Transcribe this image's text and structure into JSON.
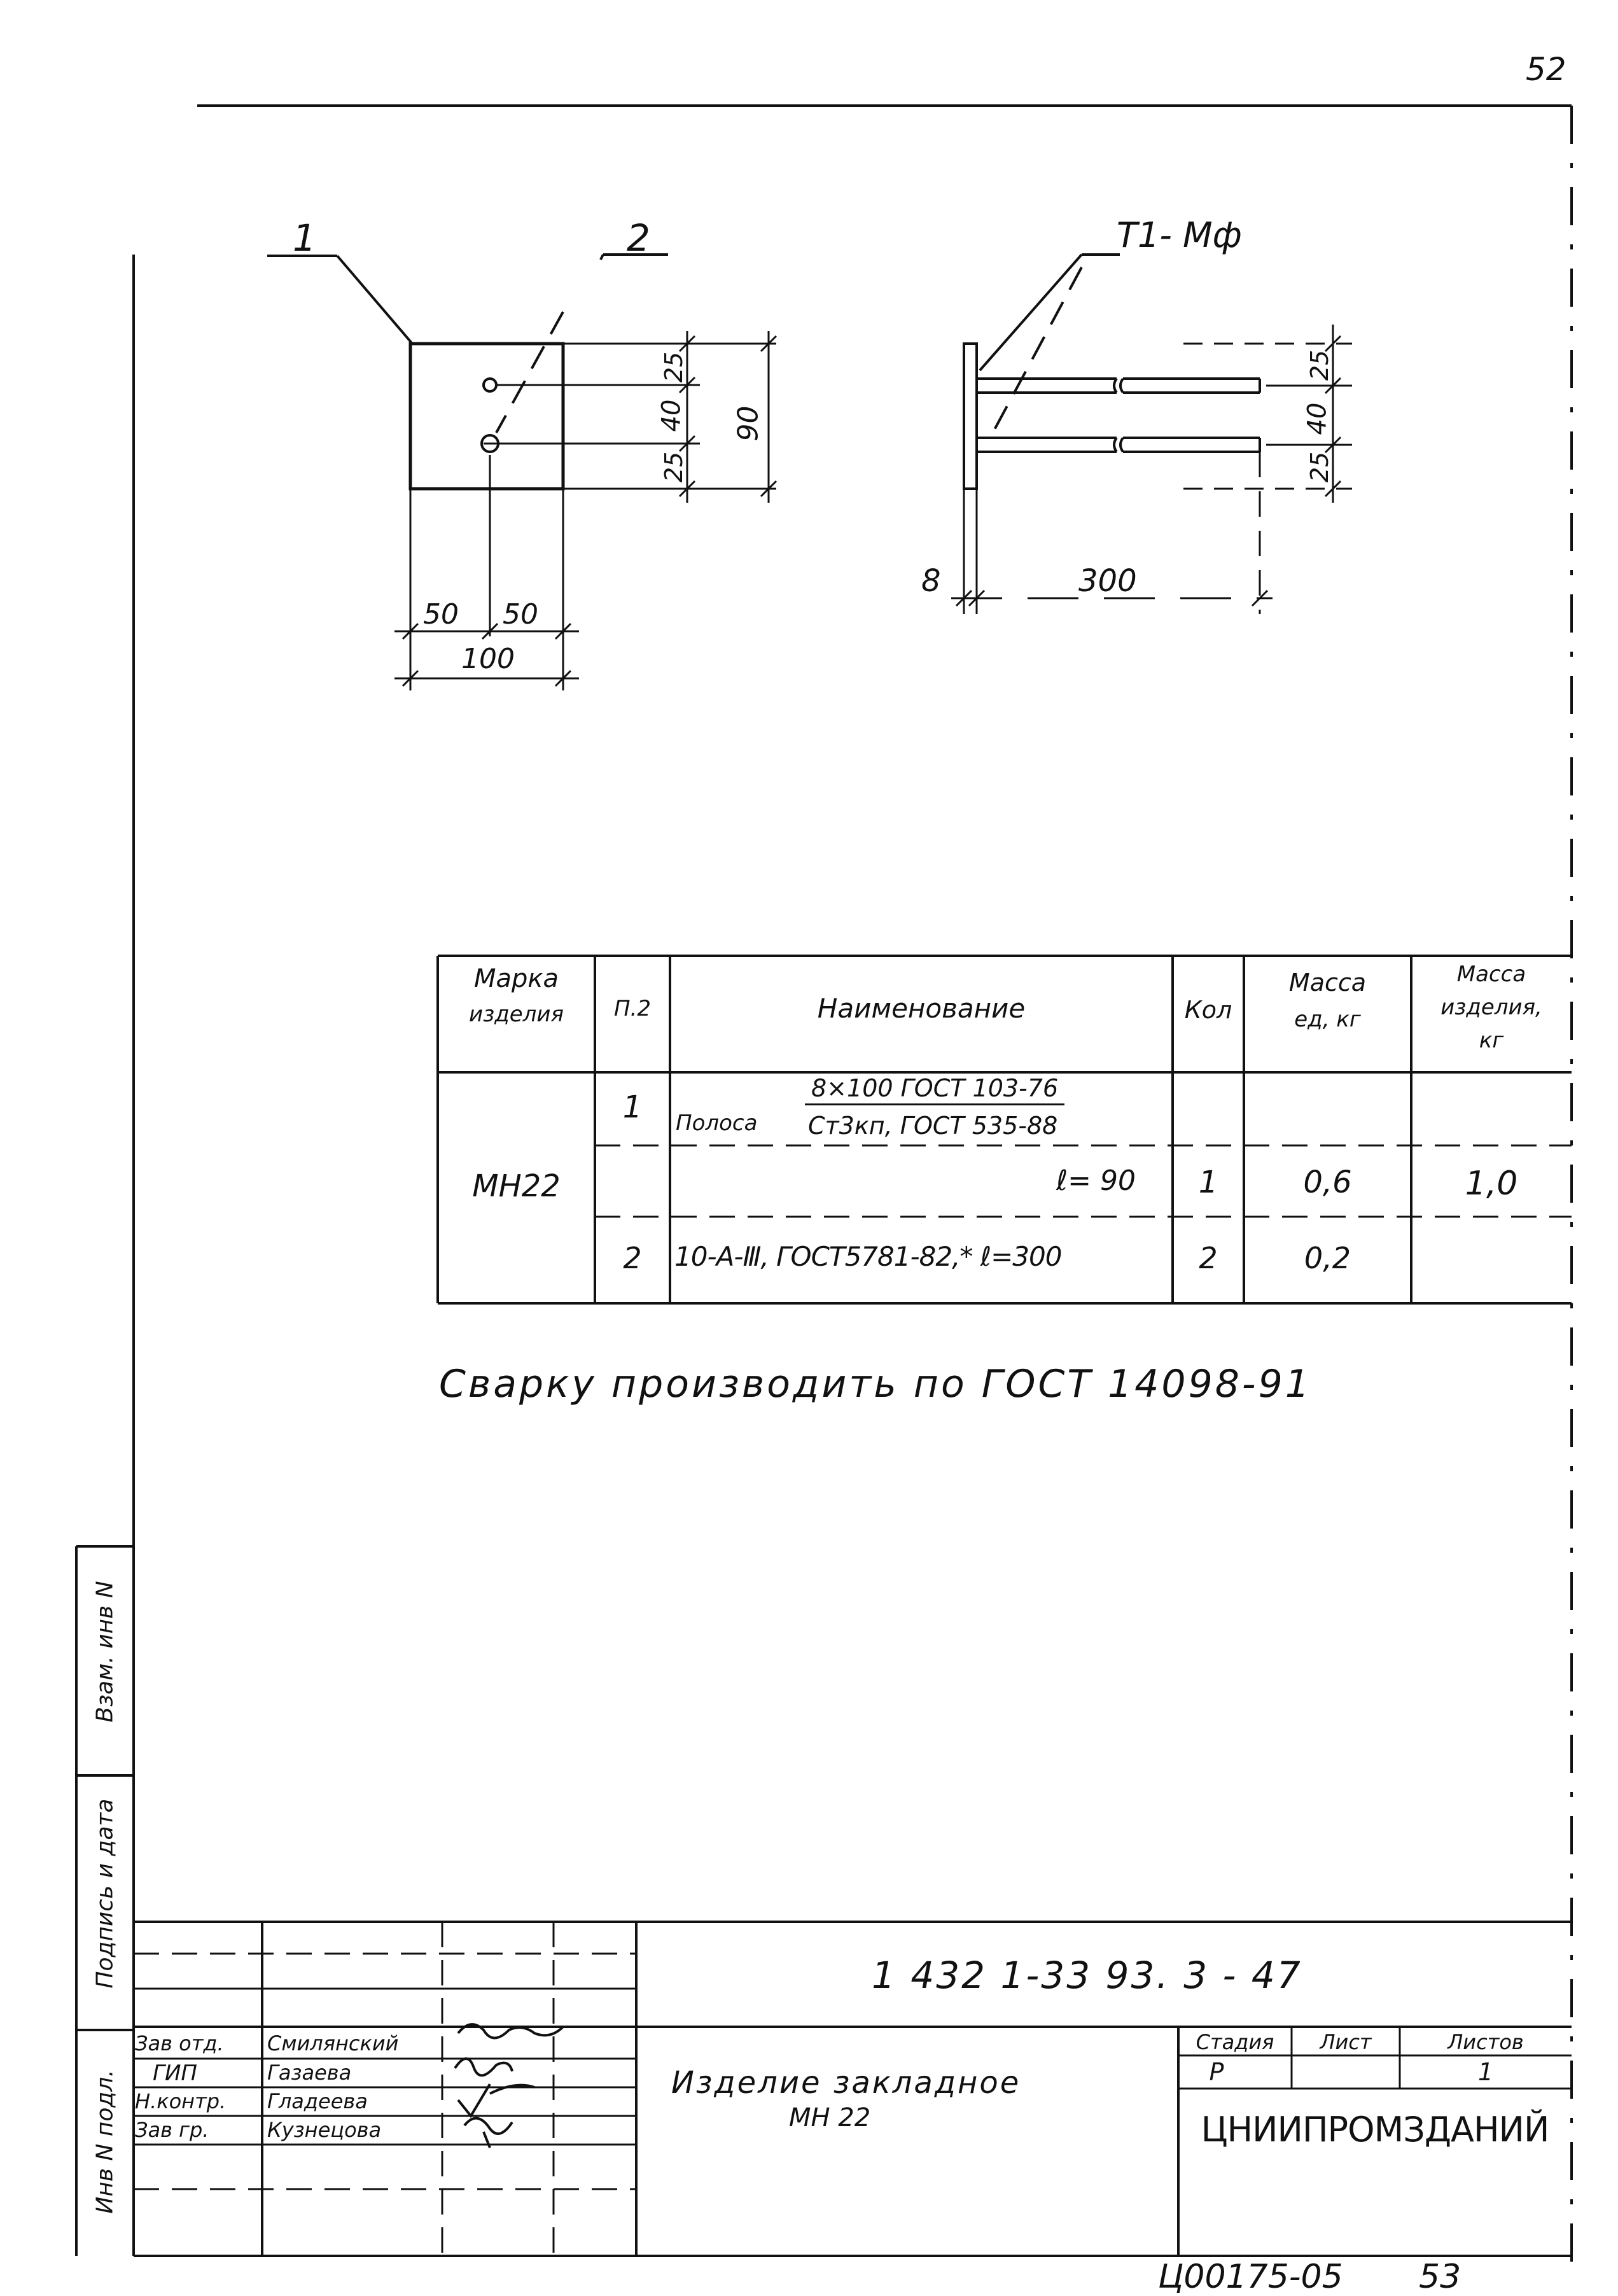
{
  "page_number": "52",
  "drawing": {
    "callout_1": "1",
    "callout_2": "2",
    "weld_label": "Т1- Мф",
    "front": {
      "dim_25_top": "25",
      "dim_40": "40",
      "dim_25_bottom": "25",
      "dim_90": "90",
      "dim_50_left": "50",
      "dim_50_right": "50",
      "dim_100": "100"
    },
    "side": {
      "dim_25_top": "25",
      "dim_40": "40",
      "dim_25_bottom": "25",
      "dim_8": "8",
      "dim_300": "300"
    }
  },
  "spec_table": {
    "headers": {
      "mark": [
        "Марка",
        "изделия"
      ],
      "pos": "П.2",
      "name": "Наименование",
      "qty": "Кол",
      "mass_unit": [
        "Масса",
        "ед, кг"
      ],
      "mass_item": [
        "Масса",
        "изделия,",
        "кг"
      ]
    },
    "mark": "МН22",
    "row1": {
      "pos": "1",
      "name_prefix": "Полоса",
      "fraction_top": "8×100 ГОСТ 103-76",
      "fraction_bottom": "Ст3кп, ГОСТ 535-88"
    },
    "row2": {
      "length": "ℓ= 90",
      "qty": "1",
      "mass_unit": "0,6",
      "mass_item": "1,0"
    },
    "row3": {
      "pos": "2",
      "name": "10-A-Ⅲ, ГОСТ5781-82,* ℓ=300",
      "qty": "2",
      "mass_unit": "0,2"
    }
  },
  "note": "Сварку производить по ГОСТ 14098-91",
  "side_stamps": [
    "Взам. инв N",
    "Подпись и дата",
    "Инв N подл."
  ],
  "title_block": {
    "code": "1 432 1-33 93. 3 - 47",
    "roles": [
      "Зав отд.",
      "ГИП",
      "Н.контр.",
      "Зав гр."
    ],
    "names": [
      "Смилянский",
      "Газаева",
      "Гладеева",
      "Кузнецова"
    ],
    "title_line1": "Изделие закладное",
    "title_line2": "МН 22",
    "stage_label": "Стадия",
    "sheet_label": "Лист",
    "sheets_label": "Листов",
    "stage": "Р",
    "sheet": "",
    "sheets": "1",
    "org": "ЦНИИПРОМЗДАНИЙ"
  },
  "footer_code": "Ц00175-05",
  "footer_num": "53"
}
